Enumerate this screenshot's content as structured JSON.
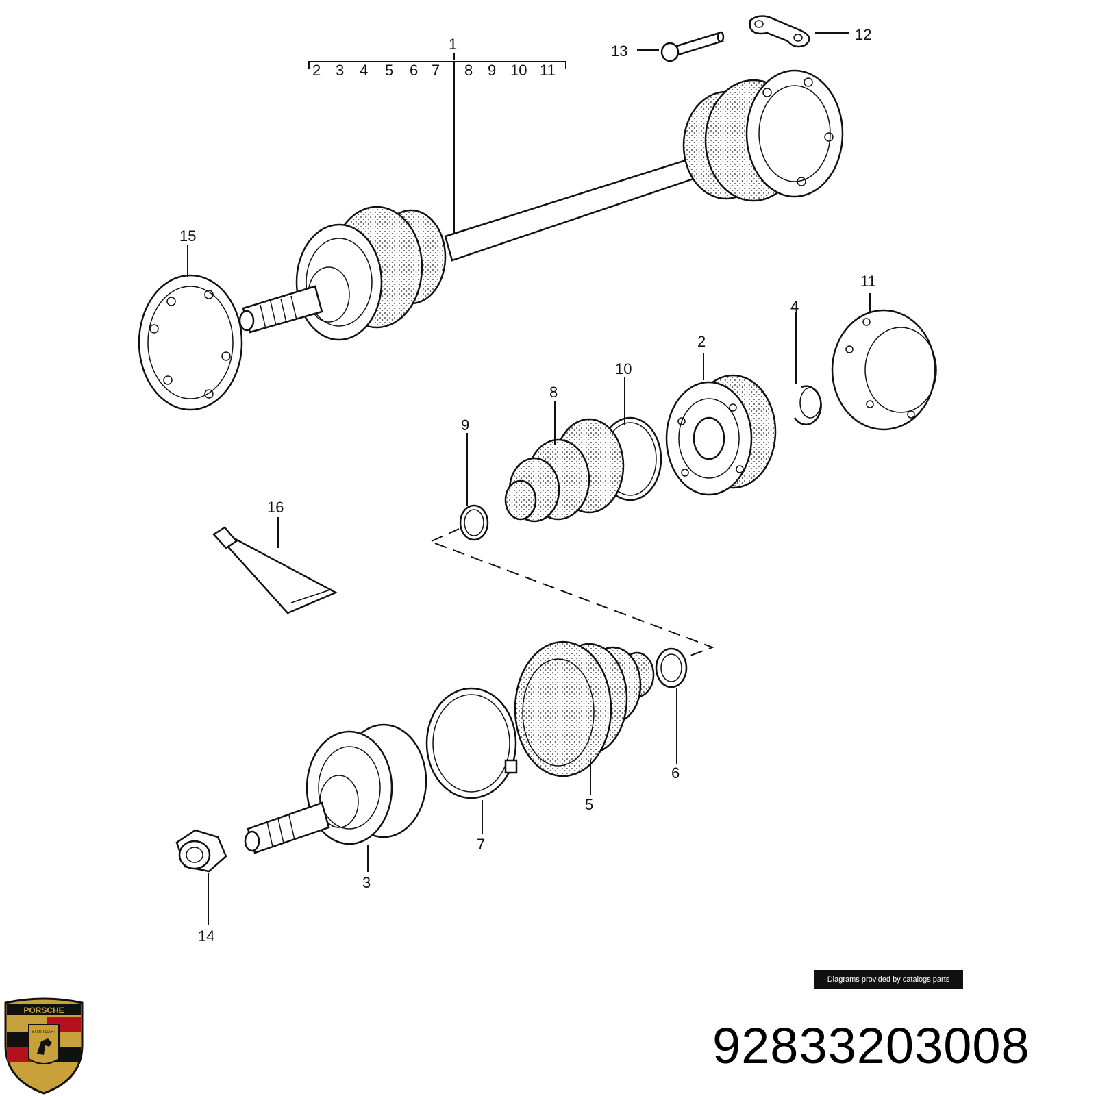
{
  "diagram": {
    "callouts": {
      "c1": "1",
      "c2": "2",
      "c3": "3",
      "c4": "4",
      "c5": "5",
      "c6": "6",
      "c7": "7",
      "c8": "8",
      "c9": "9",
      "c10": "10",
      "c11": "11",
      "c12": "12",
      "c13": "13",
      "c14": "14",
      "c15": "15",
      "c16": "16"
    },
    "bracket_items": [
      "2",
      "3",
      "4",
      "5",
      "6",
      "7",
      "8",
      "9",
      "10",
      "11"
    ]
  },
  "credit": "Diagrams provided by catalogs parts",
  "part_number": "92833203008",
  "logo": {
    "name": "porsche-crest",
    "text_top": "PORSCHE",
    "text_center": "STUTTGART"
  },
  "colors": {
    "line": "#111111",
    "crest_gold": "#c9a13b",
    "crest_red": "#b3121d",
    "crest_black": "#111111"
  }
}
